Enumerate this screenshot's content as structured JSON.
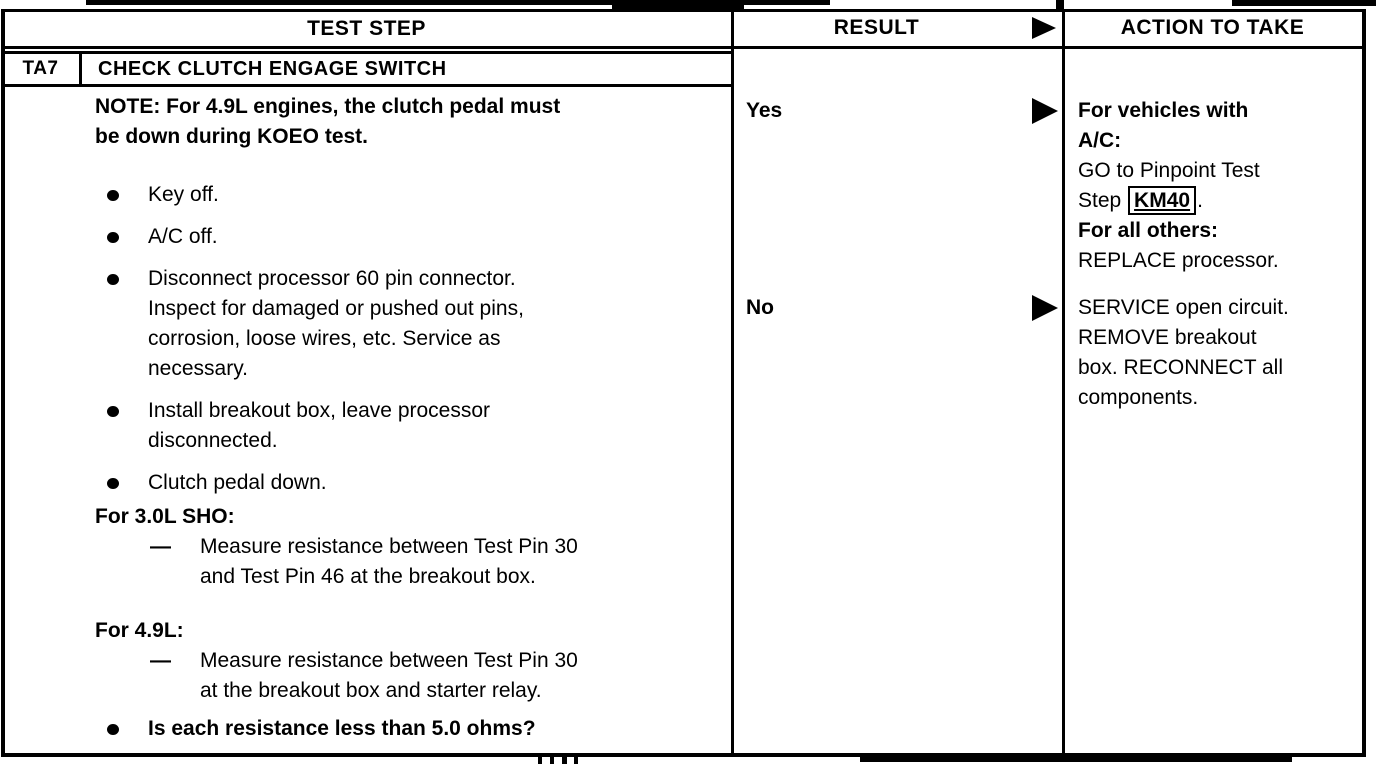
{
  "page": {
    "headers": {
      "test_step": "TEST STEP",
      "result": "RESULT",
      "action_to_take": "ACTION TO TAKE"
    },
    "step": {
      "id": "TA7",
      "title": "CHECK CLUTCH ENGAGE SWITCH"
    },
    "test_step": {
      "note": "NOTE: For 4.9L engines, the clutch pedal must\nbe down during KOEO test.",
      "bullets": [
        "Key off.",
        "A/C off.",
        "Disconnect processor 60 pin connector.\nInspect for damaged or pushed out pins,\ncorrosion, loose wires, etc. Service as\nnecessary.",
        "Install breakout box, leave processor\ndisconnected.",
        "Clutch pedal down."
      ],
      "procedures": [
        {
          "heading": "For 3.0L SHO:",
          "dash": "—",
          "text": "Measure resistance between Test Pin 30\nand Test Pin 46 at the breakout box."
        },
        {
          "heading": "For 4.9L:",
          "dash": "—",
          "text": "Measure resistance between Test Pin 30\nat the breakout box and starter relay."
        }
      ],
      "question": "Is each resistance less than 5.0 ohms?"
    },
    "results": {
      "yes": "Yes",
      "no": "No"
    },
    "actions": {
      "yes": {
        "vehicles_heading": "For vehicles with\nA/C:",
        "go_text": "GO to Pinpoint Test",
        "step_prefix": "Step ",
        "step_ref": "KM40",
        "step_suffix": ".",
        "others_heading": "For all others:",
        "others_text": "REPLACE processor."
      },
      "no": {
        "text": "SERVICE open circuit.\nREMOVE breakout\nbox. RECONNECT all\ncomponents."
      }
    },
    "colors": {
      "ink": "#000000",
      "paper": "#ffffff"
    }
  }
}
